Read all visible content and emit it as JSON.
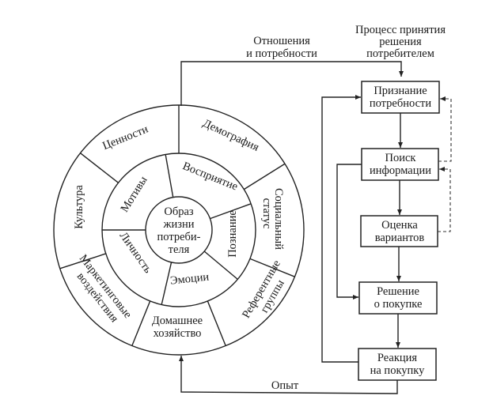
{
  "labels": {
    "relations_needs": [
      "Отношения",
      "и потребности"
    ],
    "process_title": [
      "Процесс принятия",
      "решения",
      "потребителем"
    ],
    "experience": "Опыт"
  },
  "wheel": {
    "center": [
      "Образ",
      "жизни",
      "потреби-",
      "теля"
    ],
    "inner_ring": [
      {
        "id": "perception",
        "lines": [
          "Восприятие"
        ]
      },
      {
        "id": "cognition",
        "lines": [
          "Познание"
        ]
      },
      {
        "id": "emotions",
        "lines": [
          "Эмоции"
        ]
      },
      {
        "id": "personality",
        "lines": [
          "Личность"
        ]
      },
      {
        "id": "motives",
        "lines": [
          "Мотивы"
        ]
      }
    ],
    "outer_ring": [
      {
        "id": "demography",
        "lines": [
          "Демография"
        ]
      },
      {
        "id": "social-status",
        "lines": [
          "Социальный",
          "статус"
        ]
      },
      {
        "id": "reference-groups",
        "lines": [
          "Референтные",
          "группы"
        ]
      },
      {
        "id": "household",
        "lines": [
          "Домашнее",
          "хозяйство"
        ]
      },
      {
        "id": "marketing",
        "lines": [
          "Маркетинговые",
          "воздействия"
        ]
      },
      {
        "id": "culture",
        "lines": [
          "Культура"
        ]
      },
      {
        "id": "values",
        "lines": [
          "Ценности"
        ]
      }
    ]
  },
  "process_steps": [
    {
      "id": "need-recognition",
      "lines": [
        "Признание",
        "потребности"
      ]
    },
    {
      "id": "info-search",
      "lines": [
        "Поиск",
        "информации"
      ]
    },
    {
      "id": "evaluation",
      "lines": [
        "Оценка",
        "вариантов"
      ]
    },
    {
      "id": "purchase-decision",
      "lines": [
        "Решение",
        "о покупке"
      ]
    },
    {
      "id": "post-purchase",
      "lines": [
        "Реакция",
        "на покупку"
      ]
    }
  ]
}
